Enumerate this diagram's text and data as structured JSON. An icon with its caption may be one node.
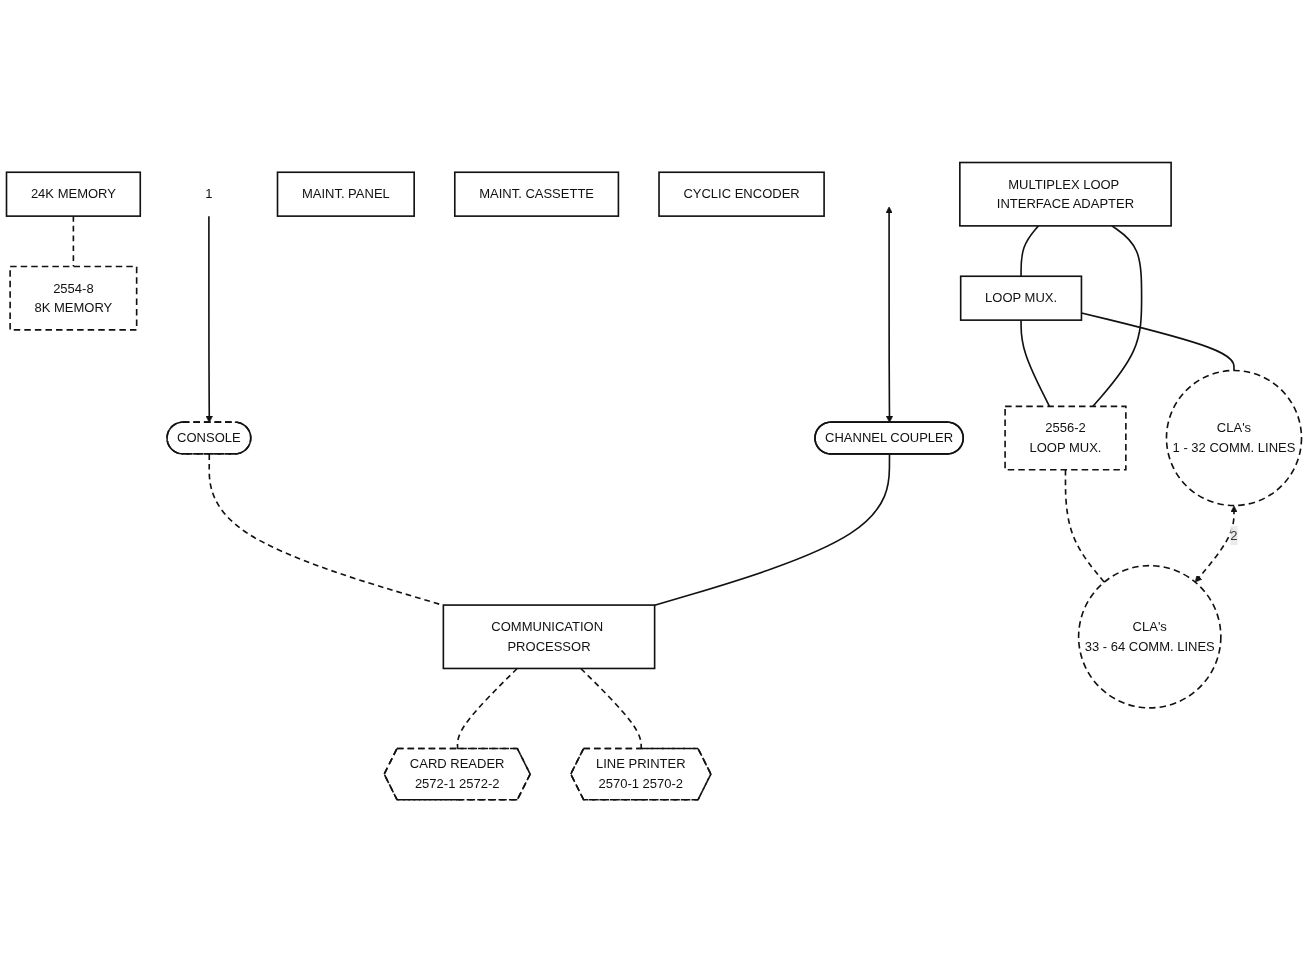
{
  "diagram": {
    "nodes": [
      {
        "text": [
          "1"
        ]
      },
      {
        "text": [
          "CONSOLE"
        ]
      },
      {
        "text": [
          "CHANNEL COUPLER"
        ]
      },
      {
        "text": [
          "COMMUNICATION PROCESSOR"
        ]
      },
      {
        "text": [
          "24K MEMORY"
        ]
      },
      {
        "text": [
          "2554-8",
          "8K MEMORY"
        ]
      },
      {
        "text": [
          "MAINT. PANEL"
        ]
      },
      {
        "text": [
          "MAINT. CASSETTE"
        ]
      },
      {
        "text": [
          "CYCLIC ENCODER"
        ]
      },
      {
        "text": [
          "MULTIPLEX LOOP INTERFACE ADAPTER"
        ]
      },
      {
        "text": [
          "CARD READER",
          "2572-1 2572-2"
        ]
      },
      {
        "text": [
          "LINE PRINTER",
          "2570-1 2570-2"
        ]
      },
      {
        "text": [
          "LOOP MUX."
        ]
      },
      {
        "text": [
          "2556-2",
          "LOOP MUX."
        ]
      },
      {
        "text": [
          "CLA's",
          "1 - 32 COMM. LINES"
        ]
      },
      {
        "text": [
          "CLA's",
          "33 - 64 COMM. LINES"
        ]
      }
    ],
    "edges": [
      {
        "from": 0,
        "to": 1,
        "arrow": "to"
      },
      {
        "from": 1,
        "to": 3,
        "arrow": "none",
        "style": "dashed"
      },
      {
        "from": null,
        "to": 2,
        "arrow": "both"
      },
      {
        "from": 2,
        "to": 3,
        "arrow": "none"
      },
      {
        "from": 4,
        "to": 5,
        "arrow": "none",
        "style": "dashed"
      },
      {
        "from": 3,
        "to": 10,
        "arrow": "none",
        "style": "dashed"
      },
      {
        "from": 3,
        "to": 11,
        "arrow": "none",
        "style": "dashed"
      },
      {
        "from": 9,
        "to": 12,
        "arrow": "none"
      },
      {
        "from": 12,
        "to": 13,
        "arrow": "none"
      },
      {
        "from": 13,
        "to": 9,
        "arrow": "none"
      },
      {
        "from": 12,
        "to": 14,
        "arrow": "none"
      },
      {
        "from": 13,
        "to": 15,
        "arrow": "none",
        "style": "dashed"
      },
      {
        "from": 14,
        "to": 15,
        "arrow": "both",
        "style": "dashed",
        "label": "2"
      }
    ]
  }
}
